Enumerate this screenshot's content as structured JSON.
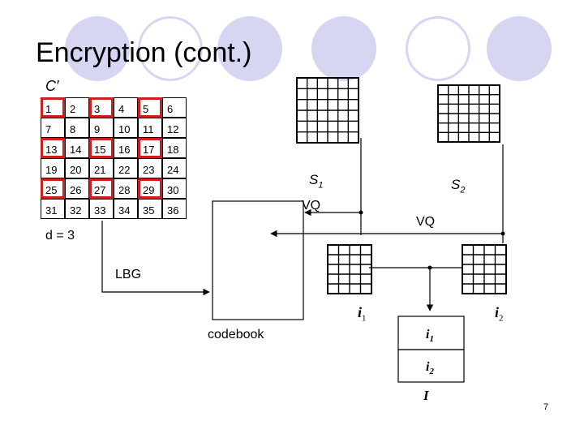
{
  "slide": {
    "title": "Encryption (cont.)",
    "page_number": "7"
  },
  "matrix": {
    "label": "C′",
    "rows": [
      [
        "1",
        "2",
        "3",
        "4",
        "5",
        "6"
      ],
      [
        "7",
        "8",
        "9",
        "10",
        "11",
        "12"
      ],
      [
        "13",
        "14",
        "15",
        "16",
        "17",
        "18"
      ],
      [
        "19",
        "20",
        "21",
        "22",
        "23",
        "24"
      ],
      [
        "25",
        "26",
        "27",
        "28",
        "29",
        "30"
      ],
      [
        "31",
        "32",
        "33",
        "34",
        "35",
        "36"
      ]
    ],
    "highlighted": [
      [
        0,
        0
      ],
      [
        0,
        2
      ],
      [
        0,
        4
      ],
      [
        2,
        0
      ],
      [
        2,
        2
      ],
      [
        2,
        4
      ],
      [
        4,
        0
      ],
      [
        4,
        2
      ],
      [
        4,
        4
      ]
    ],
    "highlight_color": "#cc1f1f"
  },
  "labels": {
    "d": "d = 3",
    "lbg": "LBG",
    "codebook": "codebook",
    "s1": "S",
    "s1_sub": "1",
    "s2": "S",
    "s2_sub": "2",
    "vq1": "VQ",
    "vq2": "VQ",
    "i1": "i",
    "i1_sub": "1",
    "i2": "i",
    "i2_sub": "2",
    "I": "I",
    "box_i1": "i",
    "box_i1_sub": "1",
    "box_i2": "i",
    "box_i2_sub": "2"
  },
  "colors": {
    "decor_circle": "#d6d6f3"
  }
}
